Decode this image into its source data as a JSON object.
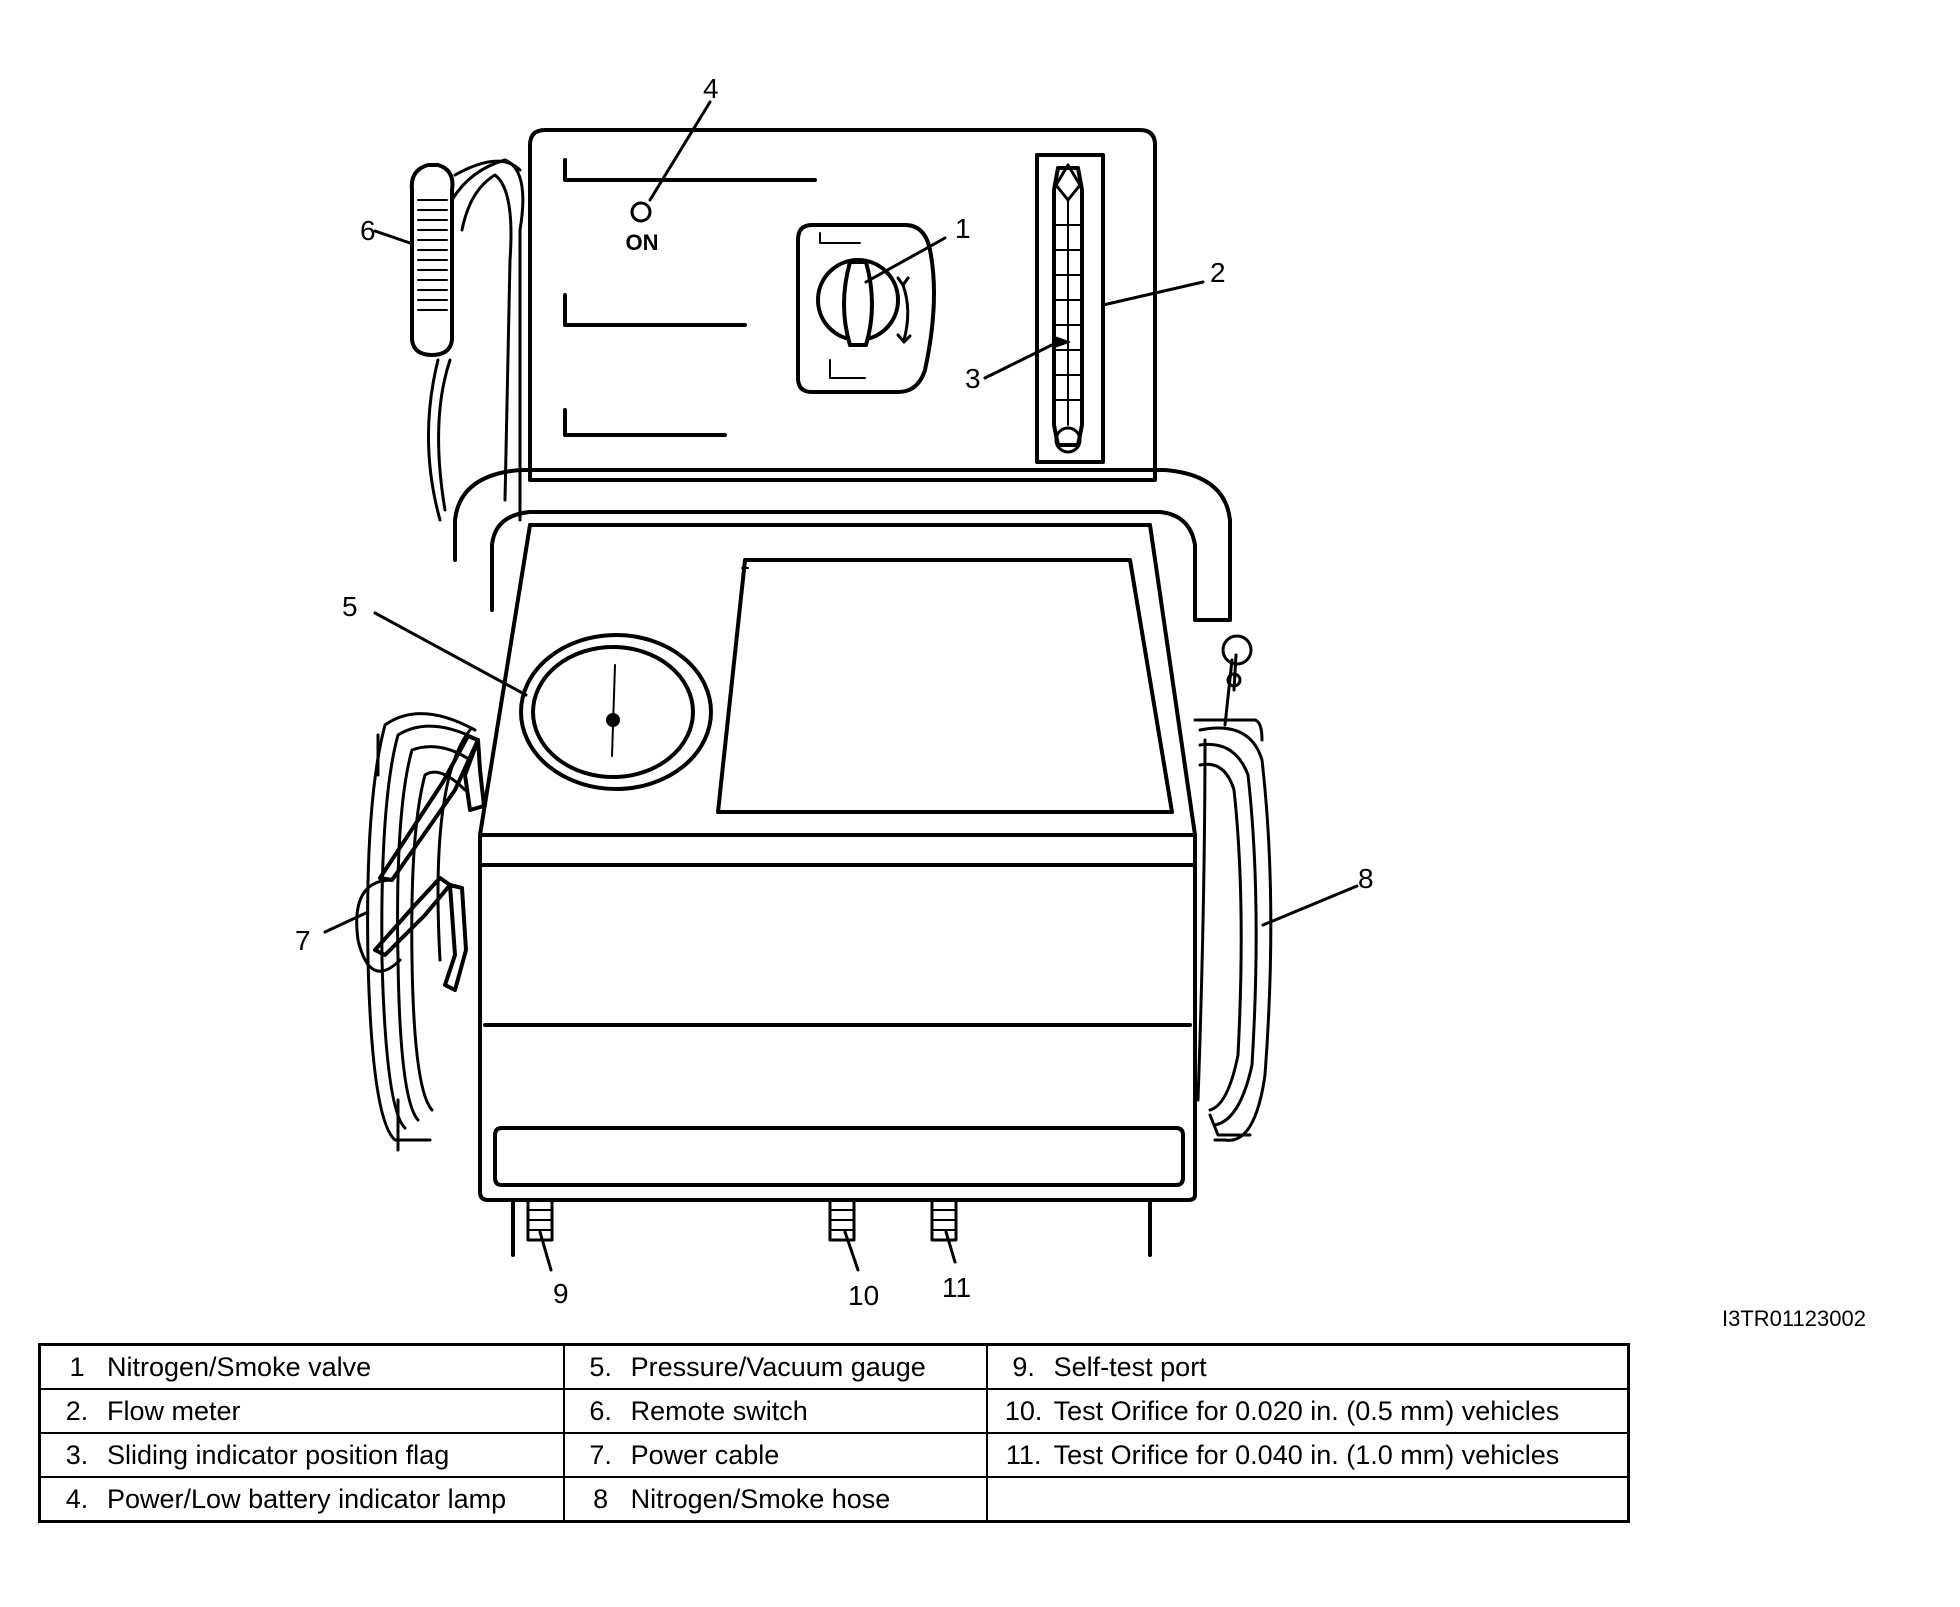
{
  "diagram": {
    "lamp_label": "ON",
    "image_code": "I3TR01123002",
    "callouts": [
      "1",
      "2",
      "3",
      "4",
      "5",
      "6",
      "7",
      "8",
      "9",
      "10",
      "11"
    ]
  },
  "legend": {
    "rows": [
      [
        {
          "num": "1",
          "text": "Nitrogen/Smoke valve"
        },
        {
          "num": "5.",
          "text": "Pressure/Vacuum gauge"
        },
        {
          "num": "9.",
          "text": "Self-test port"
        }
      ],
      [
        {
          "num": "2.",
          "text": "Flow meter"
        },
        {
          "num": "6.",
          "text": "Remote switch"
        },
        {
          "num": "10.",
          "text": "Test Orifice for 0.020 in. (0.5 mm) vehicles"
        }
      ],
      [
        {
          "num": "3.",
          "text": "Sliding indicator position flag"
        },
        {
          "num": "7.",
          "text": "Power cable"
        },
        {
          "num": "11.",
          "text": "Test Orifice for 0.040 in. (1.0 mm) vehicles"
        }
      ],
      [
        {
          "num": "4.",
          "text": "Power/Low battery indicator lamp"
        },
        {
          "num": "8",
          "text": "Nitrogen/Smoke hose"
        },
        {
          "num": "",
          "text": ""
        }
      ]
    ]
  }
}
